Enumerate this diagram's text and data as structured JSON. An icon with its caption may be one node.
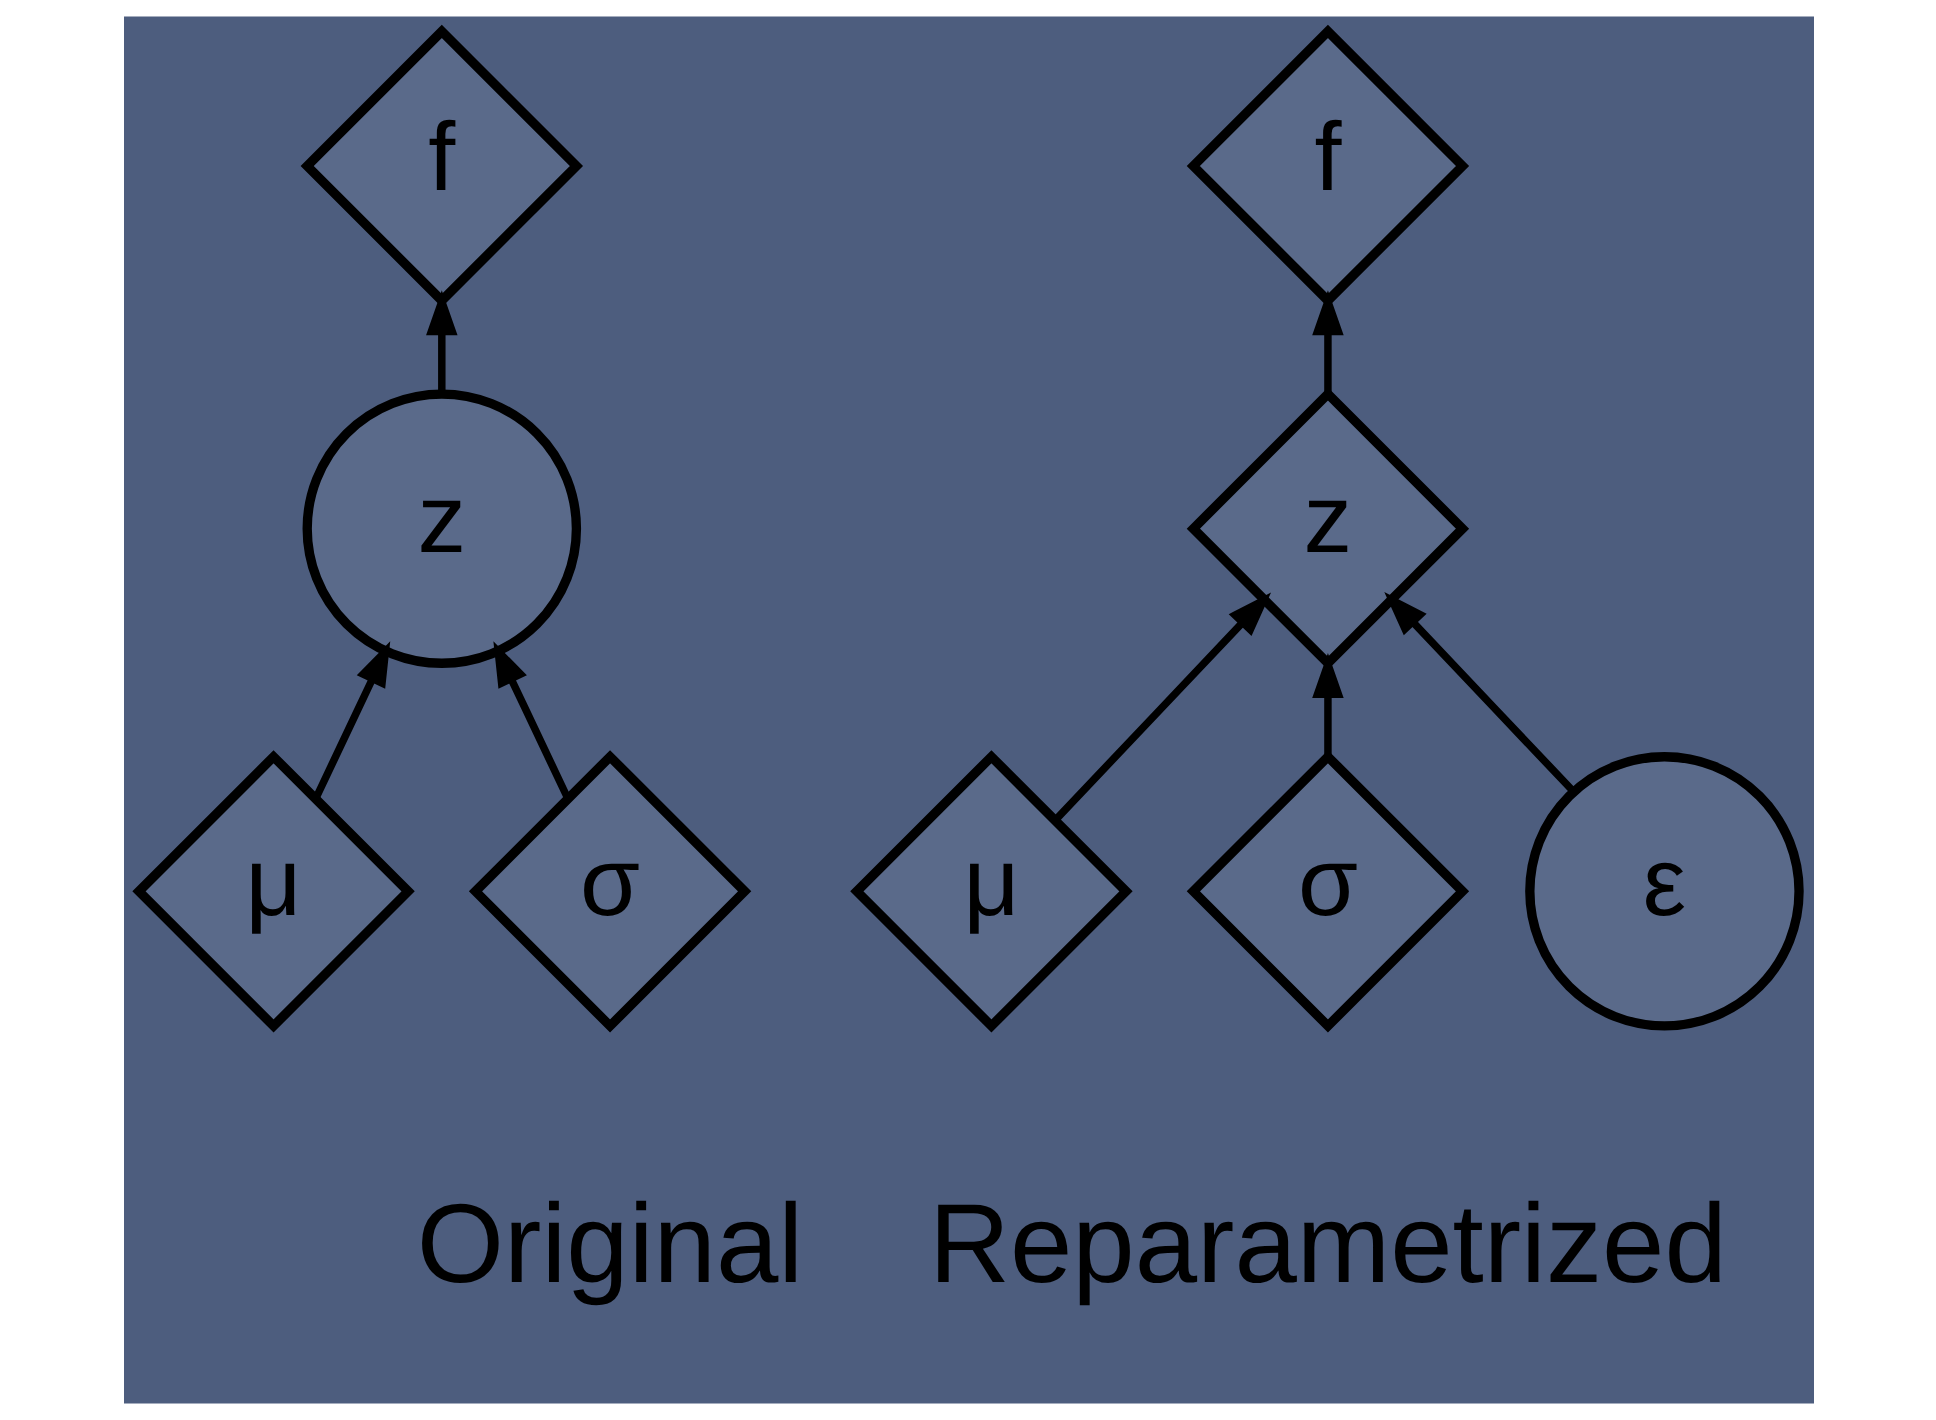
{
  "diagram": {
    "nodes": [
      {
        "text": [
          "f"
        ]
      },
      {
        "text": [
          "f"
        ]
      },
      {
        "text": [
          "z"
        ]
      },
      {
        "text": [
          "z"
        ]
      },
      {
        "text": [
          "μ"
        ]
      },
      {
        "text": [
          "σ"
        ]
      },
      {
        "text": [
          "μ"
        ]
      },
      {
        "text": [
          "σ"
        ]
      },
      {
        "text": [
          "ε"
        ]
      }
    ],
    "edges": [
      {
        "from": 2,
        "to": 0,
        "arrow": "to"
      },
      {
        "from": 4,
        "to": 2,
        "arrow": "to"
      },
      {
        "from": 5,
        "to": 2,
        "arrow": "to"
      },
      {
        "from": 3,
        "to": 1,
        "arrow": "to"
      },
      {
        "from": 6,
        "to": 3,
        "arrow": "to"
      },
      {
        "from": 7,
        "to": 3,
        "arrow": "to"
      },
      {
        "from": 8,
        "to": 3,
        "arrow": "to"
      }
    ],
    "labels": [
      "Original",
      "Reparametrized"
    ]
  }
}
